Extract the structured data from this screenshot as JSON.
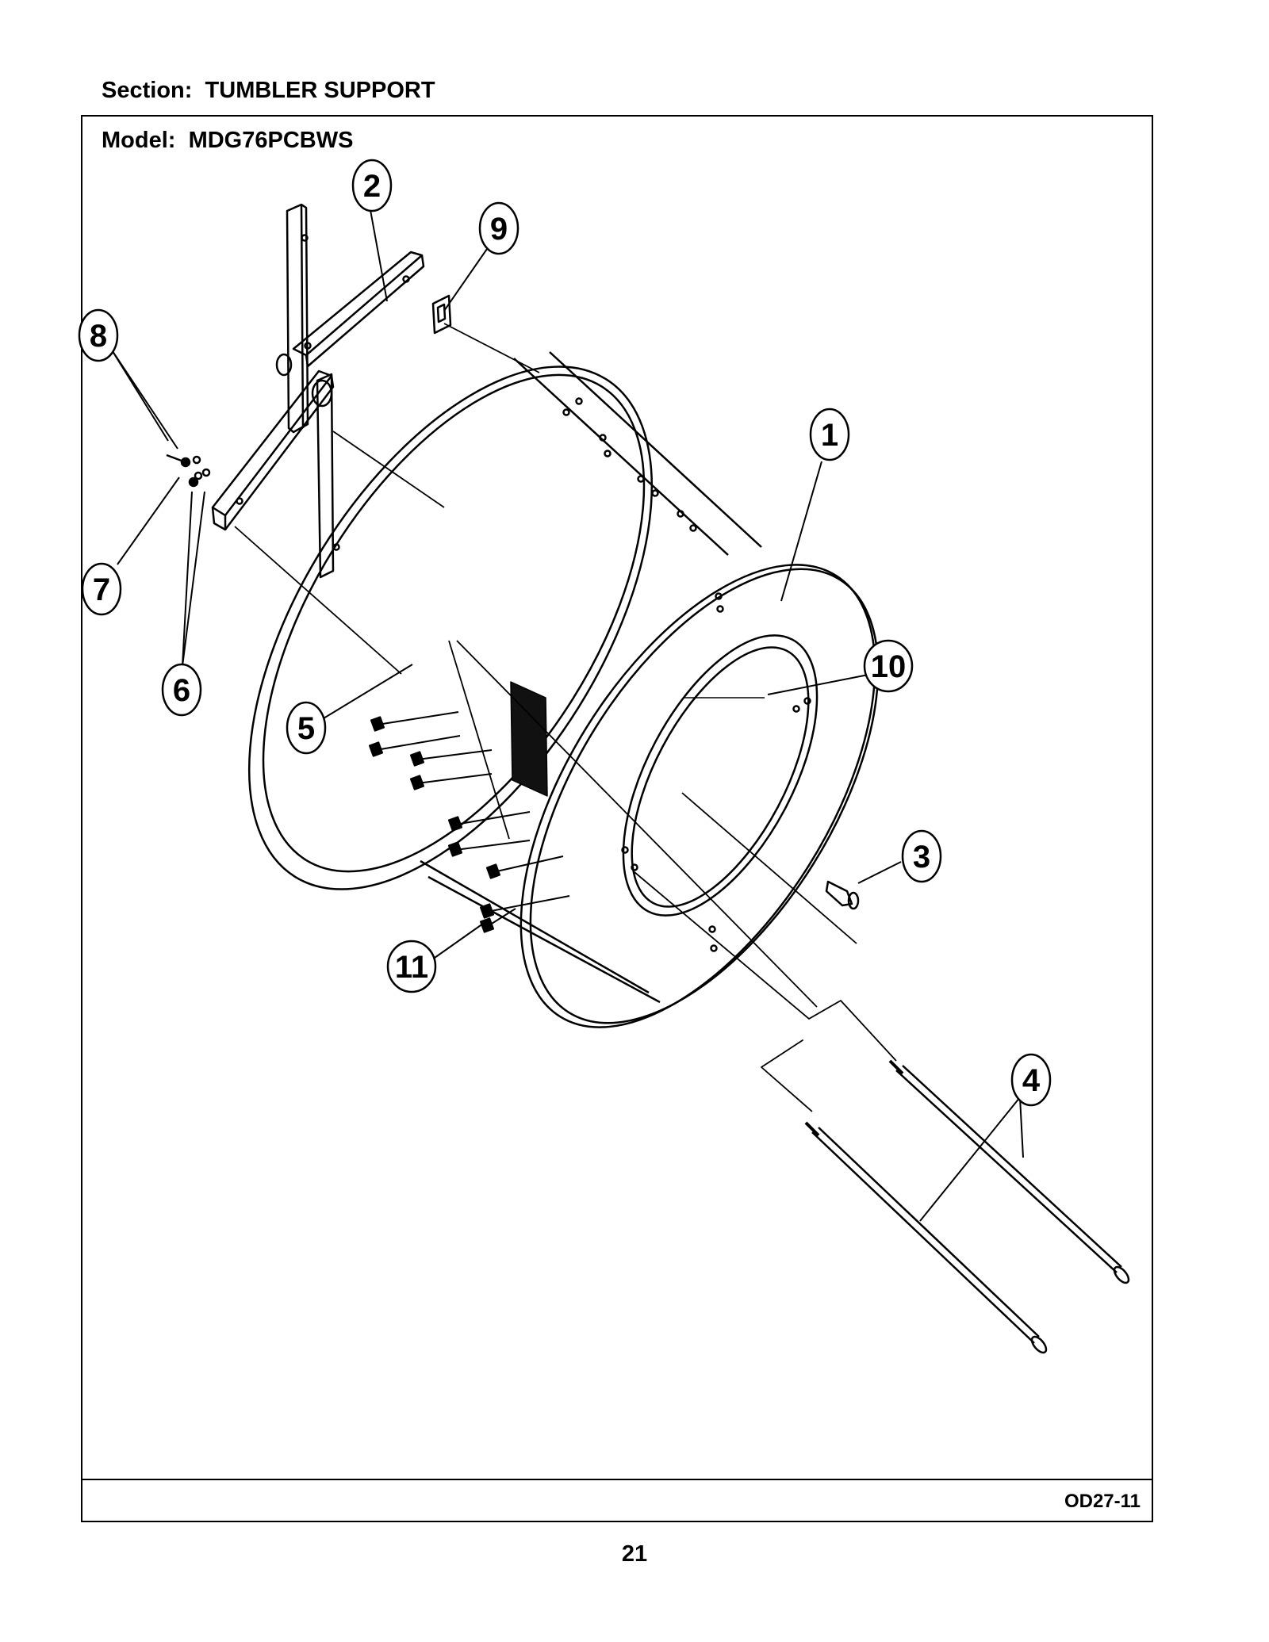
{
  "header": {
    "section_label": "Section:",
    "section_name": "TUMBLER SUPPORT",
    "model_label": "Model:",
    "model_name": "MDG76PCBWS"
  },
  "footer": {
    "drawing_code": "OD27-11",
    "page_number": "21"
  },
  "callouts": [
    "1",
    "2",
    "3",
    "4",
    "5",
    "6",
    "7",
    "8",
    "9",
    "10",
    "11"
  ],
  "colors": {
    "ink": "#000000",
    "paper": "#ffffff"
  }
}
